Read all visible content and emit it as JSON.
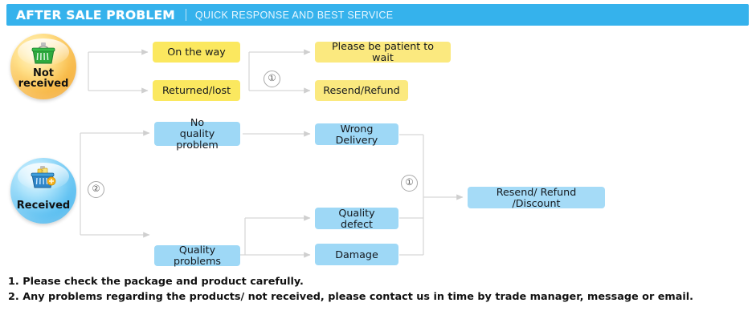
{
  "header": {
    "title": "AFTER SALE PROBLEM",
    "divider": "|",
    "subtitle": "QUICK RESPONSE AND BEST SERVICE",
    "bar_color": "#35b2ec",
    "text_color": "#ffffff"
  },
  "flow": {
    "nodes": {
      "not_received": {
        "label": "Not received",
        "icon": "shopping-basket-icon",
        "color": "#f5ab2e"
      },
      "received": {
        "label": "Received",
        "icon": "shopping-basket-filled-icon",
        "color": "#4bb8ef"
      }
    },
    "branch_not_received": {
      "options": [
        {
          "label": "On the way",
          "color": "#fbe85f"
        },
        {
          "label": "Returned/lost",
          "color": "#fbe85f"
        }
      ],
      "outcomes": [
        {
          "label": "Please be patient to wait",
          "color": "#fbe97f"
        },
        {
          "label": "Resend/Refund",
          "color": "#fbe97f"
        }
      ]
    },
    "branch_received": {
      "options": [
        {
          "label_line1": "No",
          "label_line2": "quality problem",
          "color": "#9ed8f6"
        },
        {
          "label_line1": "Quality problems",
          "label_line2": "",
          "color": "#9ed8f6"
        }
      ],
      "causes": [
        {
          "label": "Wrong Delivery",
          "color": "#9ed8f6"
        },
        {
          "label": "Quality defect",
          "color": "#9ed8f6"
        },
        {
          "label": "Damage",
          "color": "#9ed8f6"
        }
      ],
      "outcome": {
        "label": "Resend/ Refund /Discount",
        "color": "#a5dbf7"
      }
    },
    "markers": {
      "one_top": "①",
      "two": "②",
      "one_right": "①"
    }
  },
  "notes": {
    "line1": "1. Please check the package and product carefully.",
    "line2": "2. Any problems regarding the products/ not received, please contact us in time by trade manager, message or email."
  }
}
